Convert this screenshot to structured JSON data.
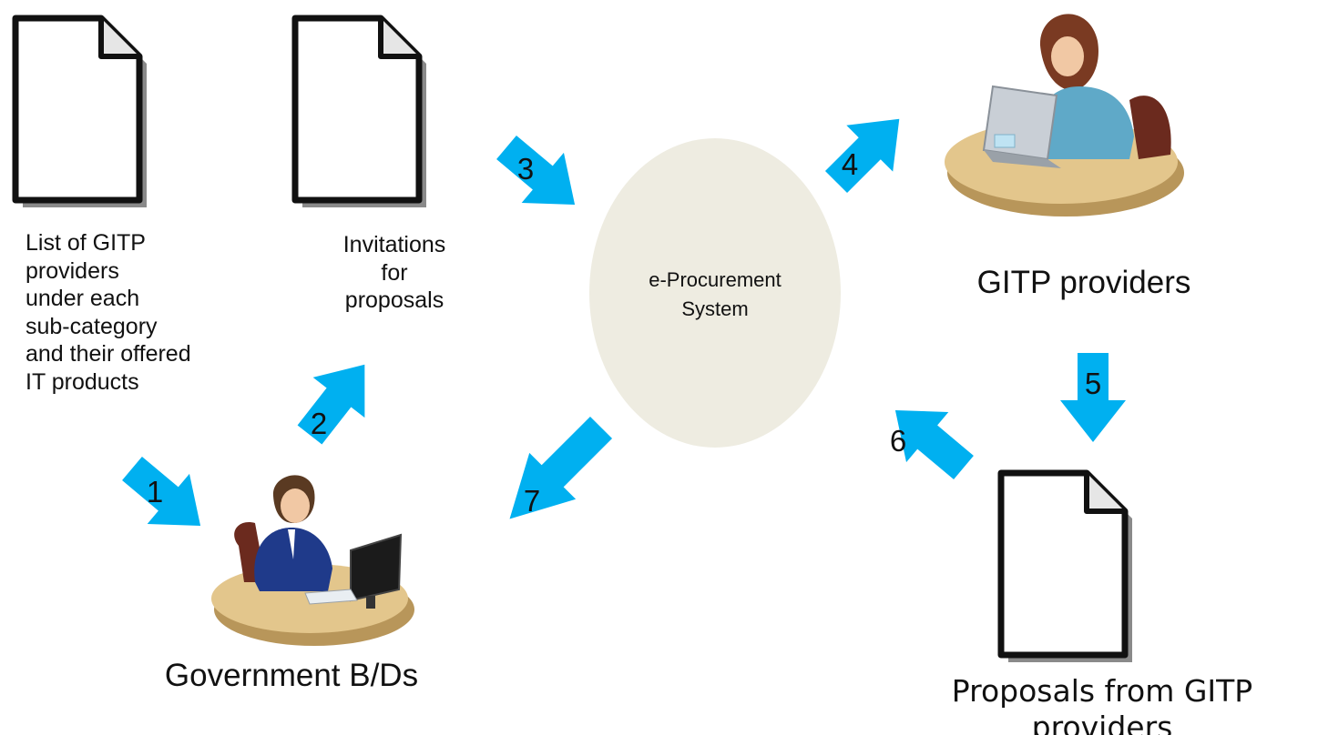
{
  "nodes": {
    "gitp_list": "List of GITP\nproviders\nunder each\nsub-category\nand their offered\nIT products",
    "invitations": "Invitations\nfor\nproposals",
    "system": "e-Procurement\nSystem",
    "gitp_providers": "GITP providers",
    "government": "Government B/Ds",
    "proposals": "Proposals from GITP providers"
  },
  "steps": [
    "1",
    "2",
    "3",
    "4",
    "5",
    "6",
    "7"
  ],
  "icons": {
    "document": "document-icon",
    "female_worker": "woman-at-desk-icon",
    "male_worker": "man-at-desk-icon"
  },
  "colors": {
    "arrow": "#00B0F0",
    "system_fill": "#EEECE1",
    "desk": "#D7B77A"
  }
}
